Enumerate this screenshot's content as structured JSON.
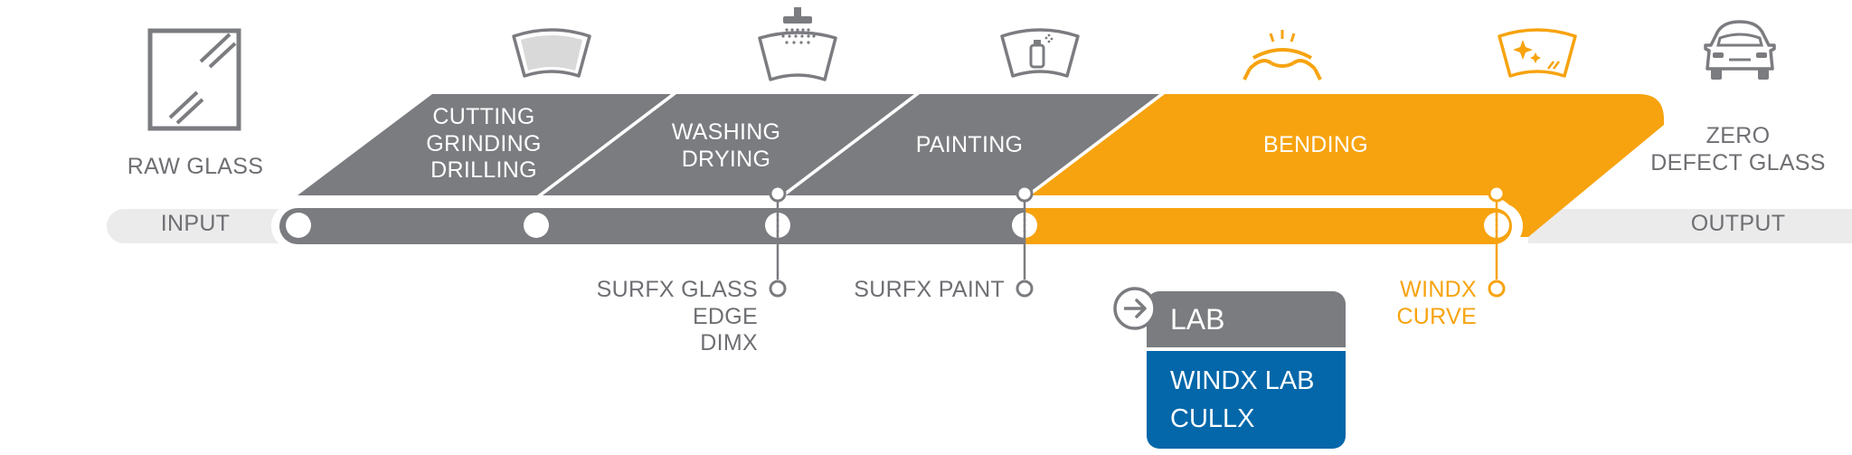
{
  "stages": [
    {
      "id": "raw-glass",
      "lines": [
        "RAW GLASS"
      ]
    },
    {
      "id": "cutting",
      "lines": [
        "CUTTING",
        "GRINDING",
        "DRILLING"
      ]
    },
    {
      "id": "washing",
      "lines": [
        "WASHING",
        "DRYING"
      ]
    },
    {
      "id": "painting",
      "lines": [
        "PAINTING"
      ]
    },
    {
      "id": "bending",
      "lines": [
        "BENDING"
      ]
    },
    {
      "id": "zero-defect",
      "lines": [
        "ZERO",
        "DEFECT GLASS"
      ]
    }
  ],
  "flow": {
    "input": "INPUT",
    "output": "OUTPUT"
  },
  "products": [
    {
      "id": "surfx-glass",
      "lines": [
        "SURFX GLASS",
        "EDGE",
        "DIMX"
      ]
    },
    {
      "id": "surfx-paint",
      "lines": [
        "SURFX PAINT"
      ]
    },
    {
      "id": "windx-curve",
      "lines": [
        "WINDX",
        "CURVE"
      ]
    }
  ],
  "lab": {
    "title": "LAB",
    "items": [
      "WINDX LAB",
      "CULLX"
    ]
  },
  "icons": [
    "glass-pane-icon",
    "windshield-icon",
    "shower-windshield-icon",
    "spray-windshield-icon",
    "heated-windshield-icon",
    "sparkle-windshield-icon",
    "car-front-icon",
    "arrow-right-circle-icon"
  ],
  "colors": {
    "gray": "#7b7c80",
    "light_gray": "#ebebeb",
    "orange": "#f7a30f",
    "blue": "#0467a9",
    "text_gray": "#6e6f73"
  }
}
